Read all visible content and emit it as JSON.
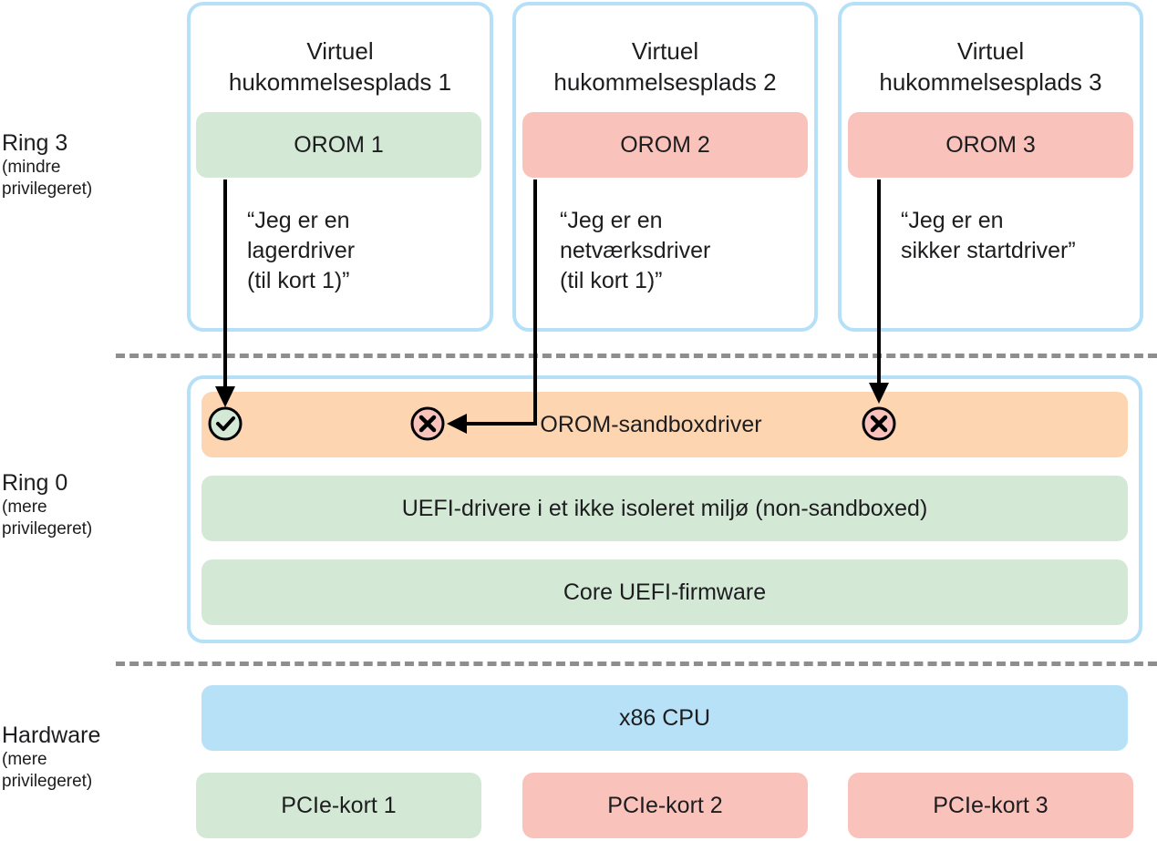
{
  "rings": {
    "ring3": {
      "title": "Ring 3",
      "subtitle_line1": "(mindre",
      "subtitle_line2": "privilegeret)"
    },
    "ring0": {
      "title": "Ring 0",
      "subtitle_line1": "(mere",
      "subtitle_line2": "privilegeret)"
    },
    "hardware": {
      "title": "Hardware",
      "subtitle_line1": "(mere",
      "subtitle_line2": "privilegeret)"
    }
  },
  "memory_spaces": [
    {
      "title_line1": "Virtuel",
      "title_line2": "hukommelsesplads 1",
      "orom": "OROM 1",
      "orom_status": "allowed",
      "quote": "“Jeg er en\nlagerdriver\n(til kort 1)”"
    },
    {
      "title_line1": "Virtuel",
      "title_line2": "hukommelsesplads 2",
      "orom": "OROM 2",
      "orom_status": "blocked",
      "quote": "“Jeg er en\nnetværksdriver\n(til kort 1)”"
    },
    {
      "title_line1": "Virtuel",
      "title_line2": "hukommelsesplads 3",
      "orom": "OROM 3",
      "orom_status": "blocked",
      "quote": "“Jeg er en\nsikker startdriver”"
    }
  ],
  "ring0_layers": {
    "sandbox_driver": "OROM-sandboxdriver",
    "uefi_drivers": "UEFI-drivere i et ikke isoleret miljø (non-sandboxed)",
    "core_firmware": "Core UEFI-firmware"
  },
  "hardware": {
    "cpu": "x86 CPU",
    "cards": [
      {
        "label": "PCIe-kort 1",
        "status": "allowed"
      },
      {
        "label": "PCIe-kort 2",
        "status": "blocked"
      },
      {
        "label": "PCIe-kort 3",
        "status": "blocked"
      }
    ]
  },
  "status_icons": {
    "allowed": {
      "icon": "checkmark-circle-icon",
      "fill": "#d3e8d5"
    },
    "blocked": {
      "icon": "x-circle-icon",
      "fill": "#f9c3bc"
    }
  },
  "colors": {
    "border_blue": "#b6e0f7",
    "green": "#d3e8d5",
    "red": "#f9c3bc",
    "orange": "#fdd5b1",
    "cpu_blue": "#b6e1f7",
    "dash_gray": "#8e8e8e"
  }
}
